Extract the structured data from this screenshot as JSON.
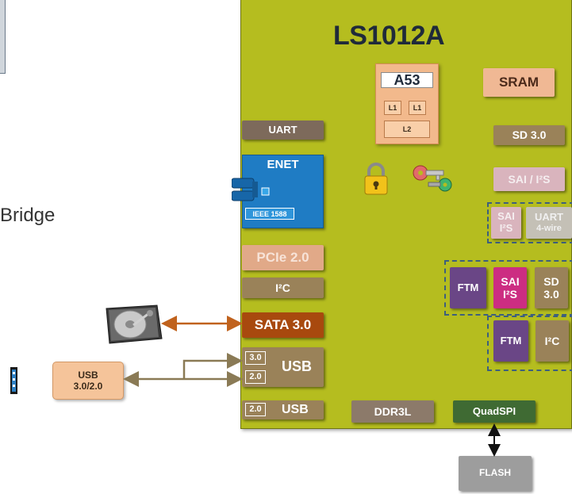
{
  "chip": {
    "title": "LS1012A"
  },
  "left_text": {
    "bridge": "Bridge"
  },
  "blocks": {
    "uart": "UART",
    "enet": "ENET",
    "ieee": "IEEE 1588",
    "pcie": "PCIe 2.0",
    "i2c_left": "I²C",
    "sata": "SATA 3.0",
    "usb_main": "USB",
    "usb_port_30": "3.0",
    "usb_port_20": "2.0",
    "usb2_port": "2.0",
    "usb2": "USB",
    "ddr": "DDR3L",
    "quadspi": "QuadSPI",
    "flash": "FLASH",
    "a53": "A53",
    "l1a": "L1",
    "l1b": "L1",
    "l2": "L2",
    "sram": "SRAM",
    "sd_top": "SD 3.0",
    "sai_i2s_top": "SAI / I²S",
    "sai_gray_1": "SAI",
    "sai_gray_2": "I²S",
    "uart_gray_1": "UART",
    "uart_gray_2": "4-wire",
    "ftm1": "FTM",
    "sai_mag_1": "SAI",
    "sai_mag_2": "I²S",
    "sd_small_1": "SD",
    "sd_small_2": "3.0",
    "ftm2": "FTM",
    "i2c_right": "I²C"
  },
  "external": {
    "usb_1": "USB",
    "usb_2": "3.0/2.0"
  },
  "icons": [
    "hard-drive-icon",
    "lock-icon",
    "key-icon",
    "network-port-icon",
    "usb-connector-icon"
  ],
  "colors": {
    "chip": "#b5bd1f",
    "enet": "#1f7cc4",
    "sata": "#a8490e",
    "ftm": "#6a4686",
    "sai_magenta": "#cc2d82",
    "quadspi": "#3f6a33",
    "arrow_orange": "#c0621d",
    "arrow_tan": "#8a7a55"
  }
}
